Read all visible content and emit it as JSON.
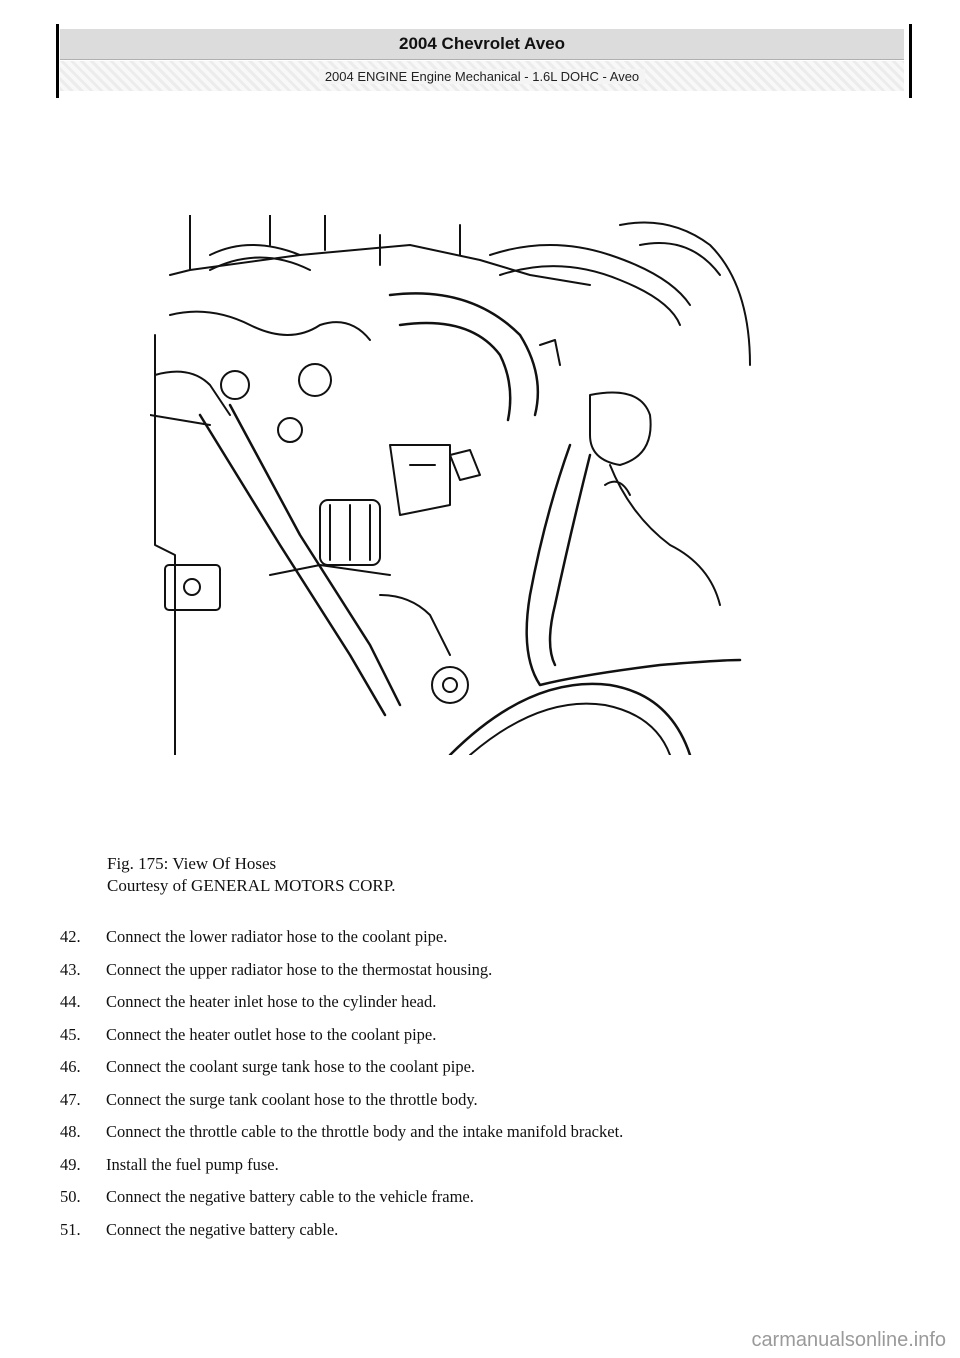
{
  "header": {
    "title": "2004 Chevrolet Aveo",
    "subtitle": "2004 ENGINE Engine Mechanical - 1.6L DOHC - Aveo"
  },
  "figure": {
    "caption_line1": "Fig. 175: View Of Hoses",
    "caption_line2": "Courtesy of GENERAL MOTORS CORP."
  },
  "steps": [
    {
      "num": "42.",
      "text": "Connect the lower radiator hose to the coolant pipe."
    },
    {
      "num": "43.",
      "text": "Connect the upper radiator hose to the thermostat housing."
    },
    {
      "num": "44.",
      "text": "Connect the heater inlet hose to the cylinder head."
    },
    {
      "num": "45.",
      "text": "Connect the heater outlet hose to the coolant pipe."
    },
    {
      "num": "46.",
      "text": "Connect the coolant surge tank hose to the coolant pipe."
    },
    {
      "num": "47.",
      "text": "Connect the surge tank coolant hose to the throttle body."
    },
    {
      "num": "48.",
      "text": "Connect the throttle cable to the throttle body and the intake manifold bracket."
    },
    {
      "num": "49.",
      "text": "Install the fuel pump fuse."
    },
    {
      "num": "50.",
      "text": "Connect the negative battery cable to the vehicle frame."
    },
    {
      "num": "51.",
      "text": "Connect the negative battery cable."
    }
  ],
  "watermark": "carmanualsonline.info"
}
